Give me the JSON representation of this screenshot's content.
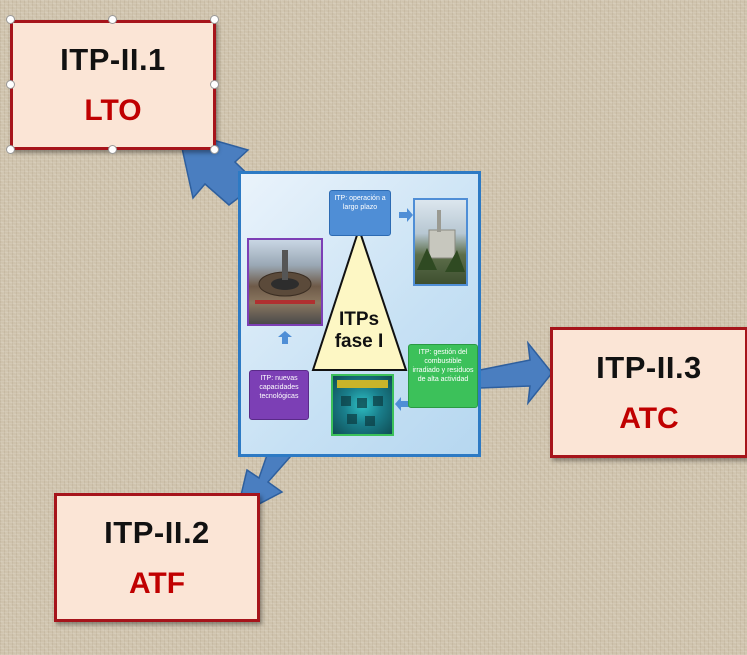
{
  "boxes": {
    "itp_ii_1": {
      "code": "ITP-II.1",
      "tag": "LTO"
    },
    "itp_ii_2": {
      "code": "ITP-II.2",
      "tag": "ATF"
    },
    "itp_ii_3": {
      "code": "ITP-II.3",
      "tag": "ATC"
    }
  },
  "center": {
    "triangle_line1": "ITPs",
    "triangle_line2": "fase I",
    "top_box": "ITP: operación a largo plazo",
    "right_box": "ITP: gestión del combustible irradiado y residuos de alta actividad",
    "left_box": "ITP: nuevas capacidades tecnológicas"
  },
  "colors": {
    "box_border": "#a6141b",
    "box_fill": "#fbe5d6",
    "tag_text": "#c00000",
    "arrow": "#4a7ec0",
    "panel_border": "#2d7ac4",
    "triangle_fill": "#fdf7c4",
    "top_box": "#4f8ed6",
    "right_box": "#3cc15a",
    "left_box": "#7c3fb5"
  }
}
